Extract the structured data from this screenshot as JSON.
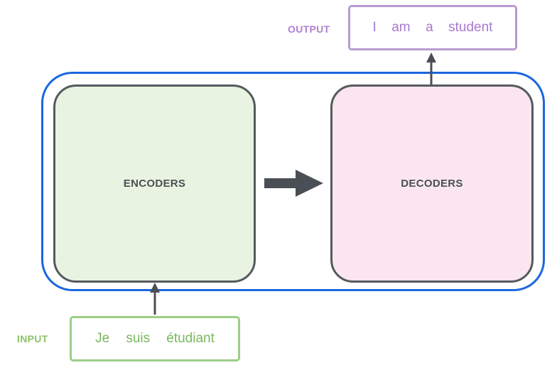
{
  "diagram": {
    "encoders_label": "ENCODERS",
    "decoders_label": "DECODERS",
    "output_label": "OUTPUT",
    "input_label": "INPUT",
    "output_tokens": [
      "I",
      "am",
      "a",
      "student"
    ],
    "input_tokens": [
      "Je",
      "suis",
      "étudiant"
    ]
  },
  "colors": {
    "frame": "#1a66e0",
    "block_border": "#555a5f",
    "encoder_fill": "#e9f3e1",
    "decoder_fill": "#fbe6ef",
    "output_text": "#a978cf",
    "input_text": "#7ab85a",
    "arrow": "#4a4f55"
  }
}
